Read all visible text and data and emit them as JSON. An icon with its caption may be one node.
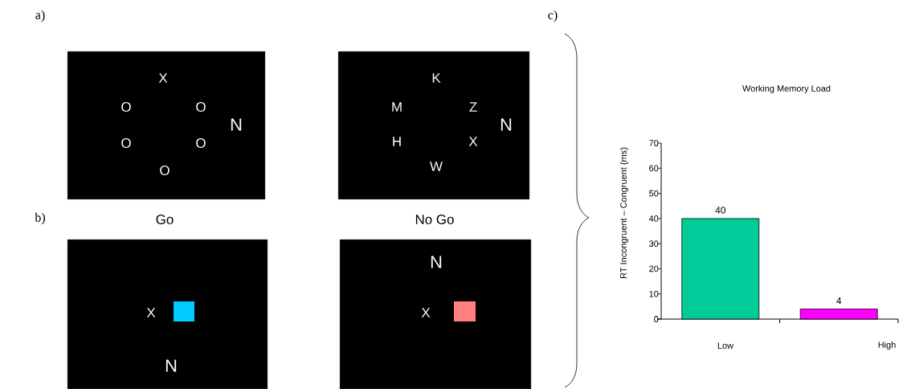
{
  "diagram": {
    "nodes": [
      {
        "text": [
          "X",
          "O",
          "O",
          "N",
          "O",
          "O",
          "O"
        ],
        "beside": [
          "Go"
        ]
      },
      {
        "text": [
          "K",
          "M",
          "Z",
          "N",
          "H",
          "X",
          "W"
        ],
        "beside": [
          "No Go"
        ]
      },
      {
        "text": [
          "X",
          "N"
        ]
      },
      {
        "text": [
          "N",
          "X"
        ]
      }
    ],
    "labels": [
      "a)",
      "c)",
      "b)"
    ],
    "chart_data": {
      "type": "bar",
      "title": "Working Memory Load",
      "ylabel": "RT Incongruent – Congruent (ms)",
      "categories": [
        "Low",
        "High"
      ],
      "series": [
        {
          "color": "#00cc99",
          "values": [
            40,
            null
          ]
        },
        {
          "color": "#ff00ff",
          "values": [
            null,
            4
          ]
        }
      ],
      "ylim": [
        0,
        70
      ],
      "yticks": [
        0,
        10,
        20,
        30,
        40,
        50,
        60,
        70
      ],
      "data_labels": true
    }
  }
}
